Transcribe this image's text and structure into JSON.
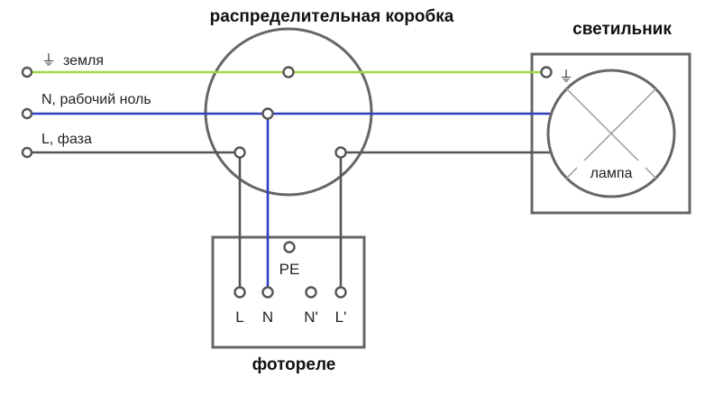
{
  "labels": {
    "junction_box": "распределительная коробка",
    "luminaire": "светильник",
    "photorelay": "фотореле",
    "lamp": "лампа",
    "ground_wire": "земля",
    "neutral_wire": "N, рабочий ноль",
    "phase_wire": "L, фаза",
    "ground_symbol": "⏚"
  },
  "photorelay_terminals": {
    "pe": "PE",
    "l": "L",
    "n": "N",
    "n_out": "N'",
    "l_out": "L'"
  },
  "colors": {
    "ground": "#9ed84a",
    "neutral": "#2f3fbf",
    "phase": "#555555",
    "outline": "#666666"
  }
}
